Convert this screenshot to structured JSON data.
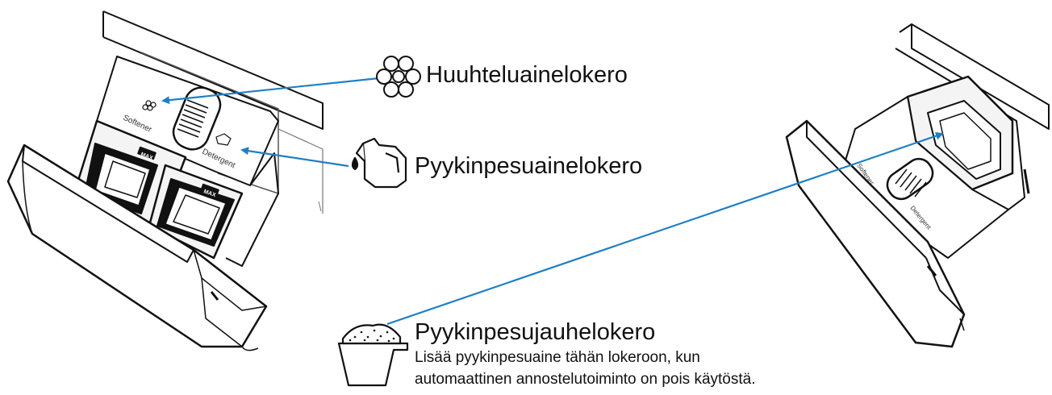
{
  "labels": {
    "softener_compartment": "Huuhteluainelokero",
    "detergent_compartment": "Pyykinpesuainelokero",
    "powder_compartment": "Pyykinpesujauhelokero",
    "powder_note_line1": "Lisää pyykinpesuaine tähän lokeroon, kun",
    "powder_note_line2": "automaattinen annostelutoiminto on pois käytöstä."
  },
  "drawer_markings": {
    "softener": "Softener",
    "detergent": "Detergent",
    "max": "MAX"
  },
  "icons": [
    "flower-icon",
    "detergent-bottle-icon",
    "measuring-scoop-icon"
  ],
  "colors": {
    "arrow": "#1f7fc4",
    "line": "#111111"
  }
}
